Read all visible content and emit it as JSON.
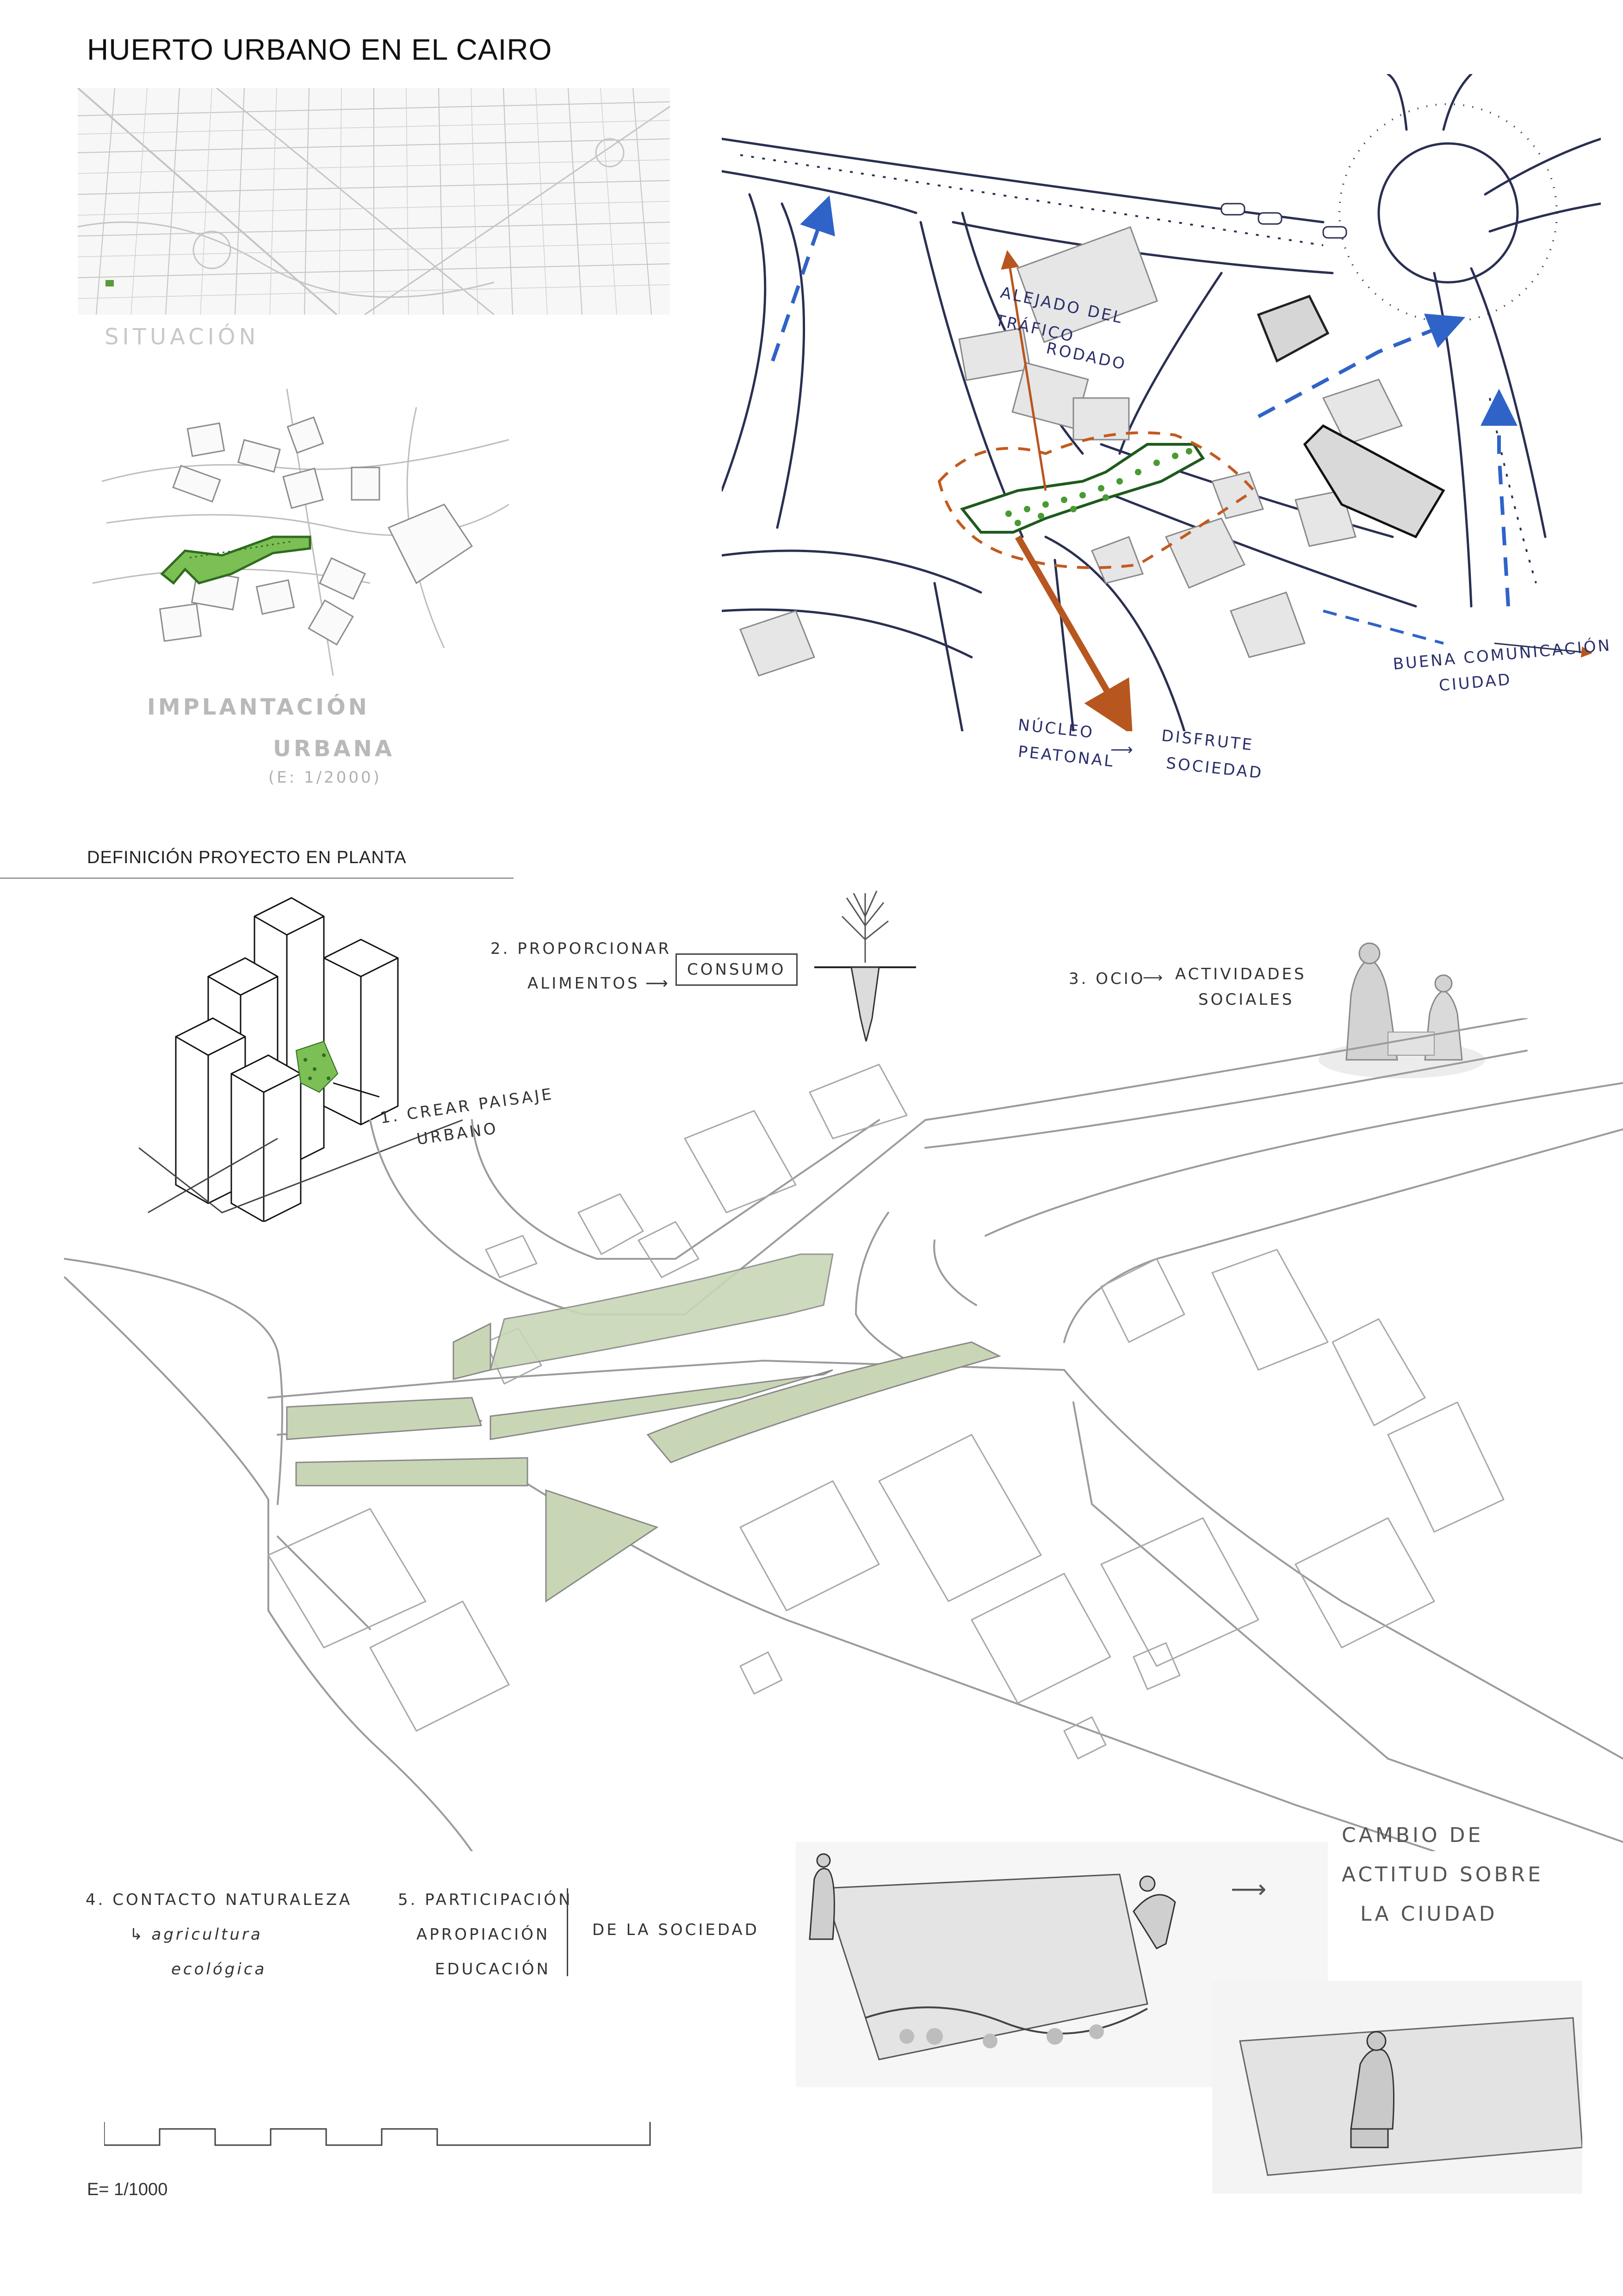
{
  "title": "HUERTO URBANO EN EL CAIRO",
  "panels": {
    "situacion": "SITUACIÓN",
    "implantacion": {
      "line1": "IMPLANTACIÓN",
      "line2": "URBANA",
      "scale": "(E: 1/2000)"
    }
  },
  "site_sketch": {
    "labels": {
      "alejado_l1": "ALEJADO DEL",
      "alejado_l2": "TRÁFICO",
      "alejado_l3": "RODADO",
      "buena_l1": "BUENA COMUNICACIÓN",
      "buena_l2": "CIUDAD",
      "nucleo_l1": "NÚCLEO",
      "nucleo_l2": "PEATONAL",
      "disfrute_l1": "DISFRUTE",
      "disfrute_l2": "SOCIEDAD"
    }
  },
  "section_title": "DEFINICIÓN PROYECTO EN PLANTA",
  "annotations": {
    "a1_l1": "1. CREAR PAISAJE",
    "a1_l2": "URBANO",
    "a2_l1": "2. PROPORCIONAR",
    "a2_l2": "ALIMENTOS",
    "a2_box": "CONSUMO",
    "a3_l1": "3. OCIO",
    "a3_l2": "ACTIVIDADES",
    "a3_l3": "SOCIALES",
    "a4_l1": "4. CONTACTO NATURALEZA",
    "a4_l2": "agricultura",
    "a4_l3": "ecológica",
    "a5_l1": "5. PARTICIPACIÓN",
    "a5_l2": "APROPIACIÓN",
    "a5_l3": "EDUCACIÓN",
    "a5_side": "DE LA SOCIEDAD",
    "cambio_l1": "CAMBIO DE",
    "cambio_l2": "ACTITUD SOBRE",
    "cambio_l3": "LA CIUDAD"
  },
  "scale_label": "E= 1/1000",
  "colors": {
    "garden_green": "#5a9a3a",
    "plan_green": "#c9d6b6",
    "sketch_blue": "#2f63c8",
    "sketch_orange": "#b8561f",
    "line_gray": "#9b9b9b"
  }
}
